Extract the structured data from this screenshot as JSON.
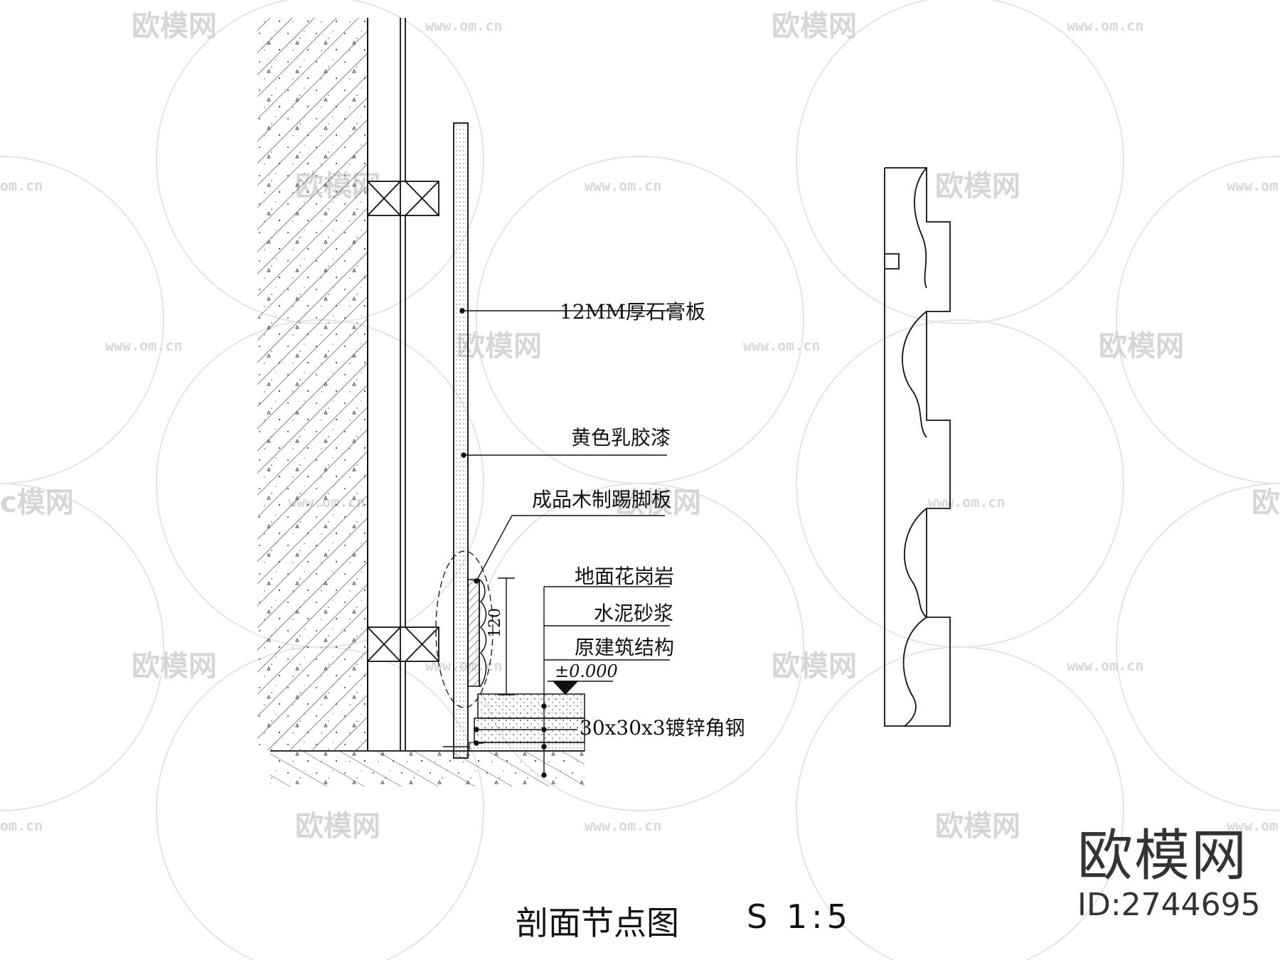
{
  "watermark": {
    "brand_text": "欧模网",
    "url_text": "www.om.cn",
    "url_fragment": "om.cn",
    "brand_fragment": "c模网"
  },
  "labels": {
    "gypsum_board": "12MM厚石膏板",
    "latex_paint": "黄色乳胶漆",
    "skirting_board": "成品木制踢脚板",
    "granite_floor": "地面花岗岩",
    "cement_mortar": "水泥砂浆",
    "original_structure": "原建筑结构",
    "elevation": "±0.000",
    "dimension_120": "120",
    "angle_steel": "30x30x3镀锌角钢"
  },
  "title": {
    "name": "剖面节点图",
    "scale": "S 1:5"
  },
  "brand": {
    "name": "欧模网",
    "id": "ID:2744695"
  },
  "colors": {
    "line": "#111111",
    "watermark": "#d6d6d6",
    "background": "#ffffff"
  }
}
